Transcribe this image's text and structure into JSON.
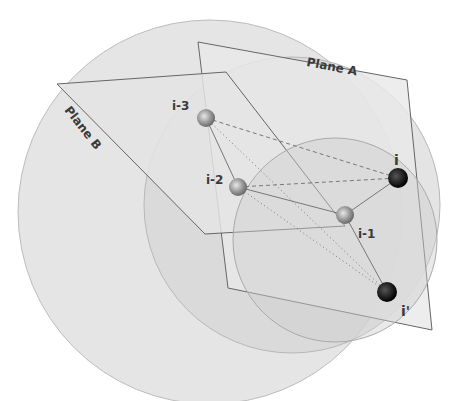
{
  "diagram": {
    "labels": [
      "Plane A",
      "Plane B",
      "i-3",
      "i-2",
      "i-1",
      "i",
      "i'"
    ]
  }
}
